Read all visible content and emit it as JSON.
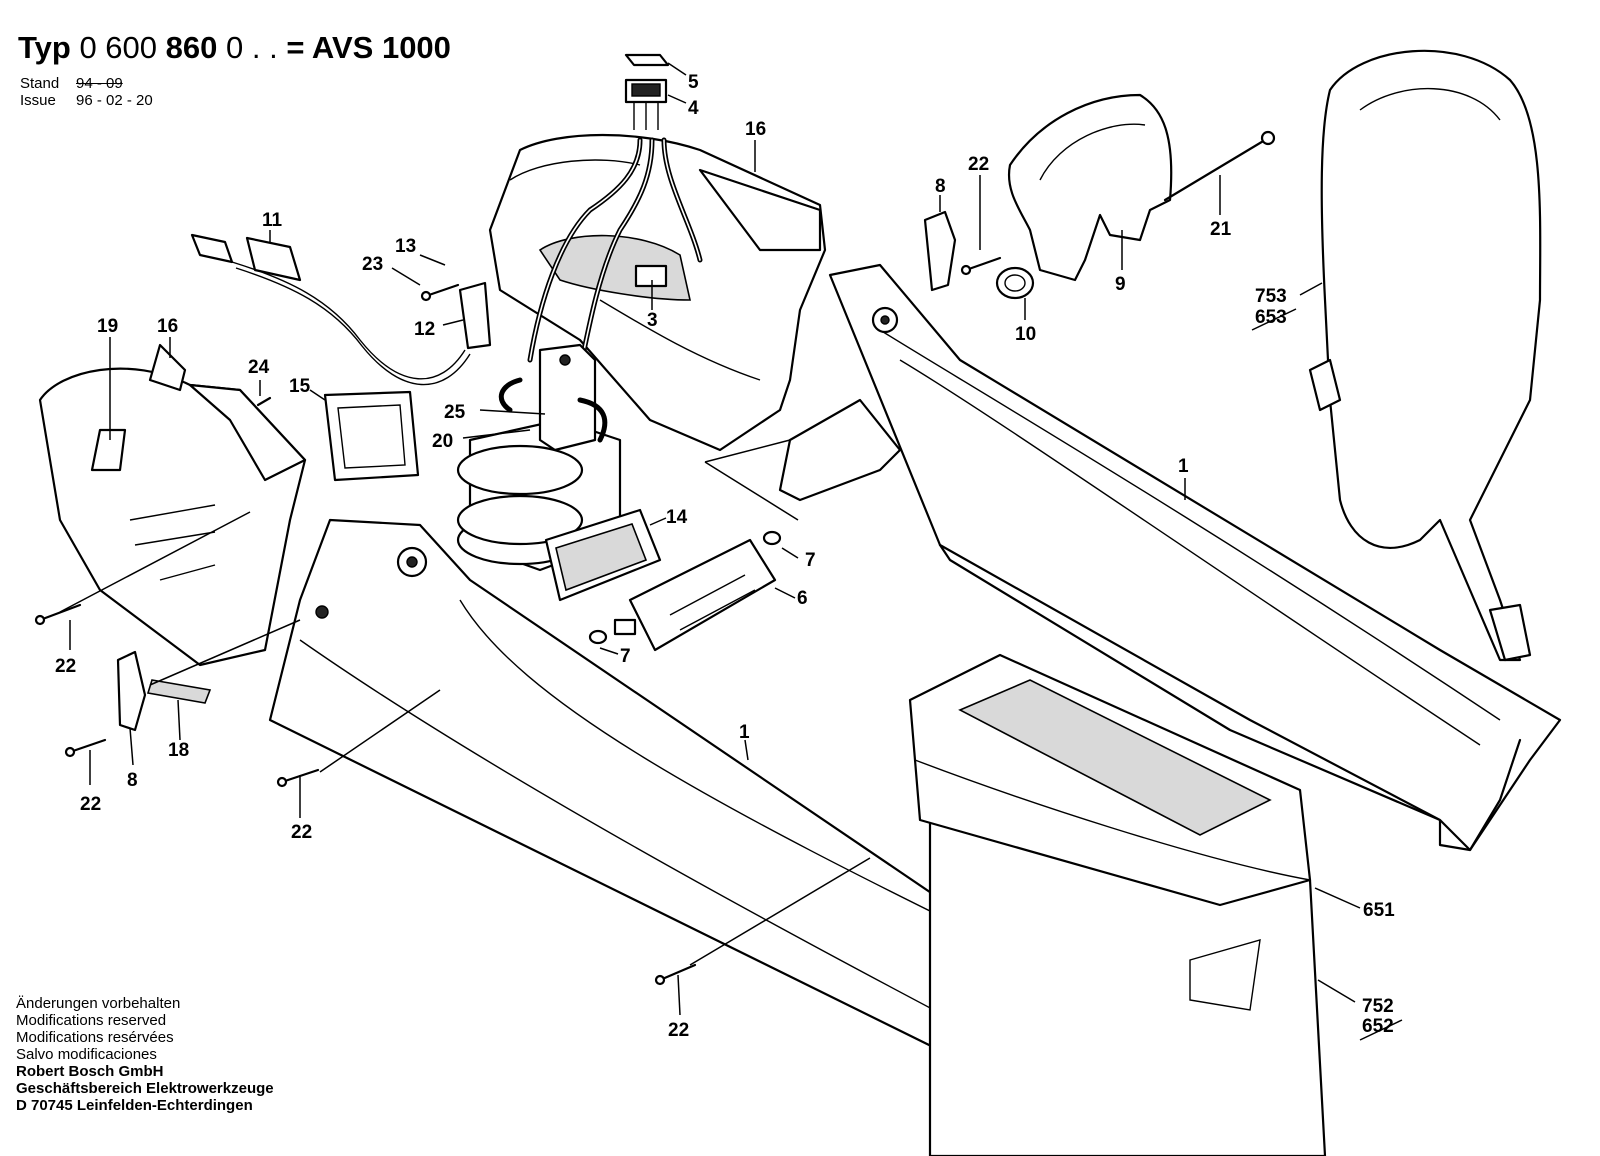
{
  "header": {
    "typ_word": "Typ",
    "part_number_a": "0 600",
    "part_number_b": "860",
    "part_number_c": "0 . .",
    "equals_model": "= AVS 1000",
    "stand_label": "Stand",
    "stand_value": "94 - 09",
    "issue_label": "Issue",
    "issue_value": "96 - 02 - 20"
  },
  "footer": {
    "line1": "Änderungen vorbehalten",
    "line2": "Modifications reserved",
    "line3": "Modifications resérvées",
    "line4": "Salvo modificaciones",
    "company": "Robert Bosch GmbH",
    "division": "Geschäftsbereich Elektrowerkzeuge",
    "address": "D 70745 Leinfelden-Echterdingen"
  },
  "callouts": {
    "c5": "5",
    "c4": "4",
    "c16a": "16",
    "c22a": "22",
    "c8a": "8",
    "c21": "21",
    "c11": "11",
    "c13": "13",
    "c23": "23",
    "c3": "3",
    "c12": "12",
    "c9": "9",
    "c10": "10",
    "c753": "753",
    "c653": "653",
    "c19": "19",
    "c16b": "16",
    "c24": "24",
    "c15": "15",
    "c25": "25",
    "c20": "20",
    "c14": "14",
    "c7a": "7",
    "c6": "6",
    "c7b": "7",
    "c22b": "22",
    "c1a": "1",
    "c8b": "8",
    "c18": "18",
    "c22c": "22",
    "c22d": "22",
    "c1b": "1",
    "c651": "651",
    "c22e": "22",
    "c752": "752",
    "c652": "652"
  }
}
